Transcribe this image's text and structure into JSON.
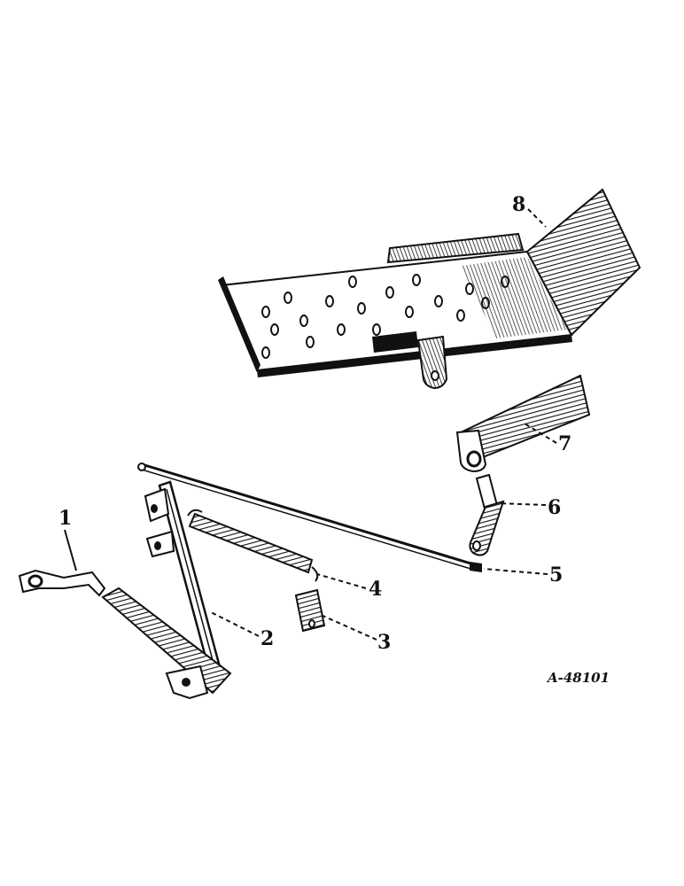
{
  "callouts": {
    "c1": "1",
    "c2": "2",
    "c3": "3",
    "c4": "4",
    "c5": "5",
    "c6": "6",
    "c7": "7",
    "c8": "8"
  },
  "reference_number": "A-48101",
  "colors": {
    "ink": "#111111",
    "paper": "#ffffff"
  }
}
